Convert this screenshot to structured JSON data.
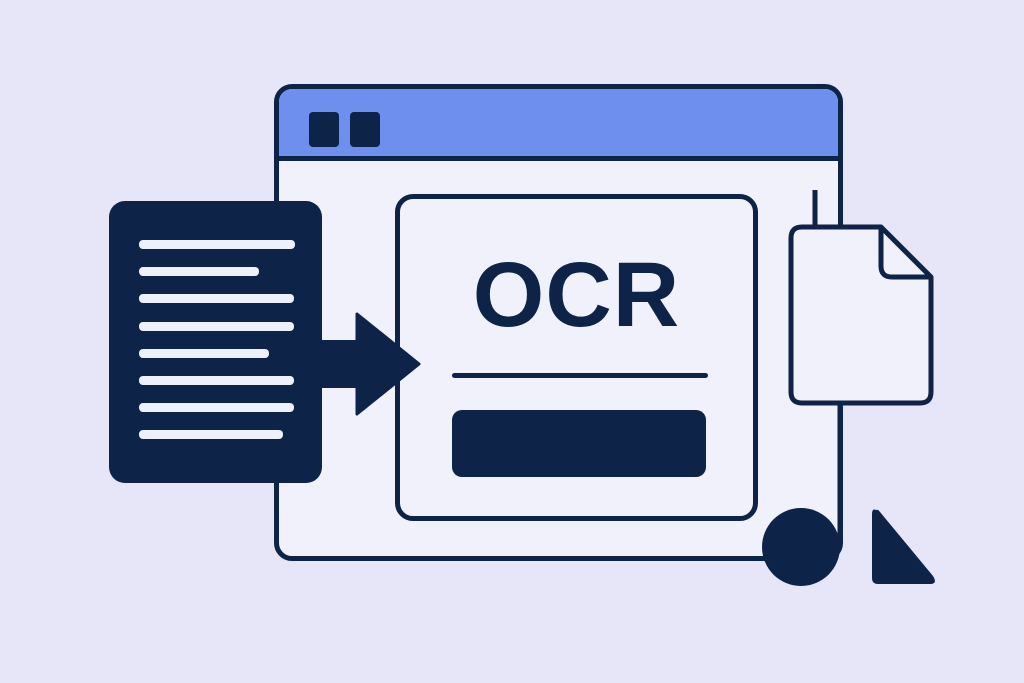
{
  "illustration": {
    "subject": "OCR app interface",
    "panel": {
      "title": "OCR"
    },
    "document_lines": [
      {
        "width": 156
      },
      {
        "width": 120
      },
      {
        "width": 155
      },
      {
        "width": 155
      },
      {
        "width": 130
      },
      {
        "width": 155
      },
      {
        "width": 155
      },
      {
        "width": 144
      }
    ],
    "colors": {
      "background": "#e6e6f8",
      "titlebar": "#6e8fee",
      "ink": "#0d2347",
      "surface": "#f1f1fc"
    }
  }
}
